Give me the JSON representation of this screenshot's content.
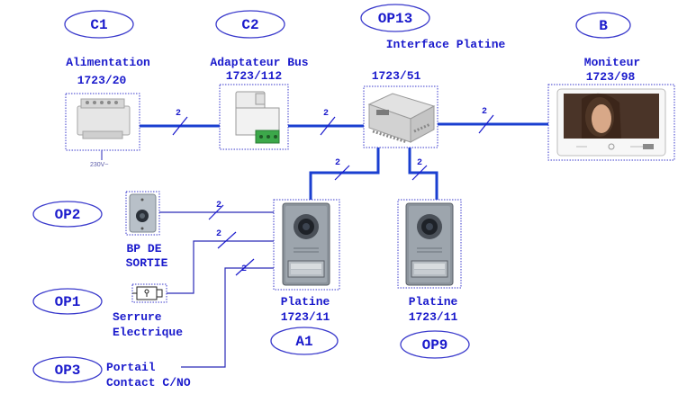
{
  "colors": {
    "accent": "#1a1acc",
    "wire_thick": "#1a3fd0",
    "wire_thin": "#2a2ab8",
    "device_border": "#3a3acc"
  },
  "badges": {
    "c1": "C1",
    "c2": "C2",
    "op13": "OP13",
    "b": "B",
    "op2": "OP2",
    "op1": "OP1",
    "op3": "OP3",
    "a1": "A1",
    "op9": "OP9"
  },
  "labels": {
    "alimentation_name": "Alimentation",
    "alimentation_ref": "1723/20",
    "alimentation_voltage": "230V~",
    "adaptateur_name": "Adaptateur Bus",
    "adaptateur_ref": "1723/112",
    "interface_name": "Interface Platine",
    "interface_ref": "1723/51",
    "moniteur_name": "Moniteur",
    "moniteur_ref": "1723/98",
    "bp_line1": "BP DE",
    "bp_line2": "SORTIE",
    "serrure_line1": "Serrure",
    "serrure_line2": "Electrique",
    "portail_line1": "Portail",
    "portail_line2": "Contact C/NO",
    "platine1_name": "Platine",
    "platine1_ref": "1723/11",
    "platine2_name": "Platine",
    "platine2_ref": "1723/11"
  },
  "wire_counts": {
    "c1_c2": "2",
    "c2_op13": "2",
    "op13_b": "2",
    "op13_platine1": "2",
    "op13_platine2": "2",
    "bp_platine": "2",
    "serrure_platine": "2",
    "portail_platine": "2"
  },
  "icons": {
    "alimentation": "din-power-supply-icon",
    "adaptateur": "din-bus-adapter-icon",
    "interface": "interface-module-icon",
    "moniteur": "video-monitor-icon",
    "bp": "exit-push-button-icon",
    "serrure": "electric-lock-icon",
    "platine": "door-entry-panel-icon"
  }
}
